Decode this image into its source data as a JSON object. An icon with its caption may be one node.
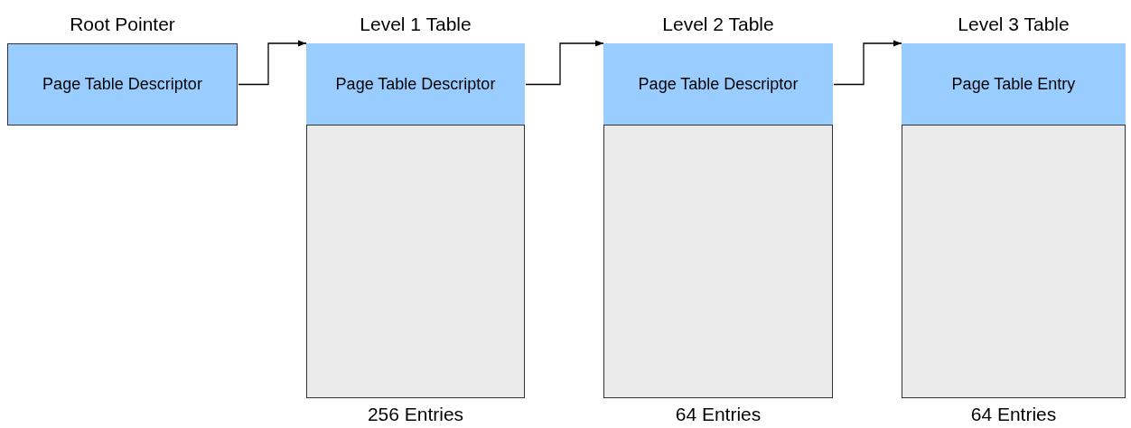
{
  "diagram": {
    "nodes": [
      {
        "text": [
          "Root Pointer",
          "Page Table Descriptor"
        ]
      },
      {
        "text": [
          "Level 1 Table"
        ],
        "beside": [
          "256 Entries"
        ]
      },
      {
        "text": [
          "Page Table Descriptor"
        ],
        "in": 1
      },
      {
        "text": [
          "Level 2 Table"
        ],
        "beside": [
          "64 Entries"
        ]
      },
      {
        "text": [
          "Page Table Descriptor"
        ],
        "in": 3
      },
      {
        "text": [
          "Level 3 Table"
        ],
        "beside": [
          "64 Entries"
        ]
      },
      {
        "text": [
          "Page Table Entry"
        ],
        "in": 5
      }
    ],
    "edges": [
      {
        "from": 0,
        "to": 1,
        "arrow": "to"
      },
      {
        "from": 2,
        "to": 3,
        "arrow": "to"
      },
      {
        "from": 4,
        "to": 5,
        "arrow": "to"
      }
    ]
  }
}
